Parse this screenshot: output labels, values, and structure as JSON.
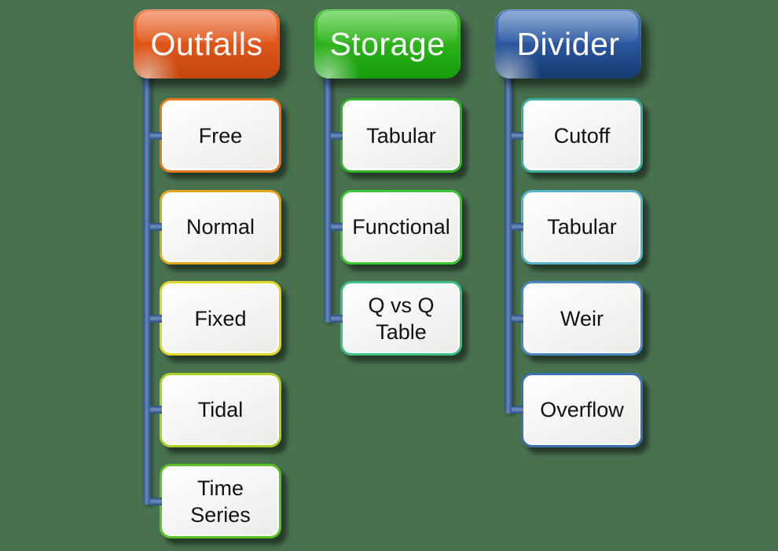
{
  "background_color": "#48714F",
  "connector": {
    "color": "#3D6BB0"
  },
  "columns": [
    {
      "header": {
        "label": "Outfalls",
        "gradient_top": "#ED6F38",
        "gradient_mid": "#E05519",
        "gradient_bottom": "#C4470E"
      },
      "children": [
        {
          "label": "Free",
          "border_color": "#E6791B"
        },
        {
          "label": "Normal",
          "border_color": "#E3A51E"
        },
        {
          "label": "Fixed",
          "border_color": "#DFD827"
        },
        {
          "label": "Tidal",
          "border_color": "#AECD2B"
        },
        {
          "label": "Time\nSeries",
          "border_color": "#5BC228"
        }
      ]
    },
    {
      "header": {
        "label": "Storage",
        "gradient_top": "#3FC62A",
        "gradient_mid": "#2DB21A",
        "gradient_bottom": "#169E0C"
      },
      "children": [
        {
          "label": "Tabular",
          "border_color": "#31B526"
        },
        {
          "label": "Functional",
          "border_color": "#3EC636"
        },
        {
          "label": "Q vs Q\nTable",
          "border_color": "#3EBD86"
        }
      ]
    },
    {
      "header": {
        "label": "Divider",
        "gradient_top": "#4678BC",
        "gradient_mid": "#2B57A0",
        "gradient_bottom": "#173C74"
      },
      "children": [
        {
          "label": "Cutoff",
          "border_color": "#3BAD9E"
        },
        {
          "label": "Tabular",
          "border_color": "#58B3C6"
        },
        {
          "label": "Weir",
          "border_color": "#4C86C4"
        },
        {
          "label": "Overflow",
          "border_color": "#3E6FB2"
        }
      ]
    }
  ]
}
